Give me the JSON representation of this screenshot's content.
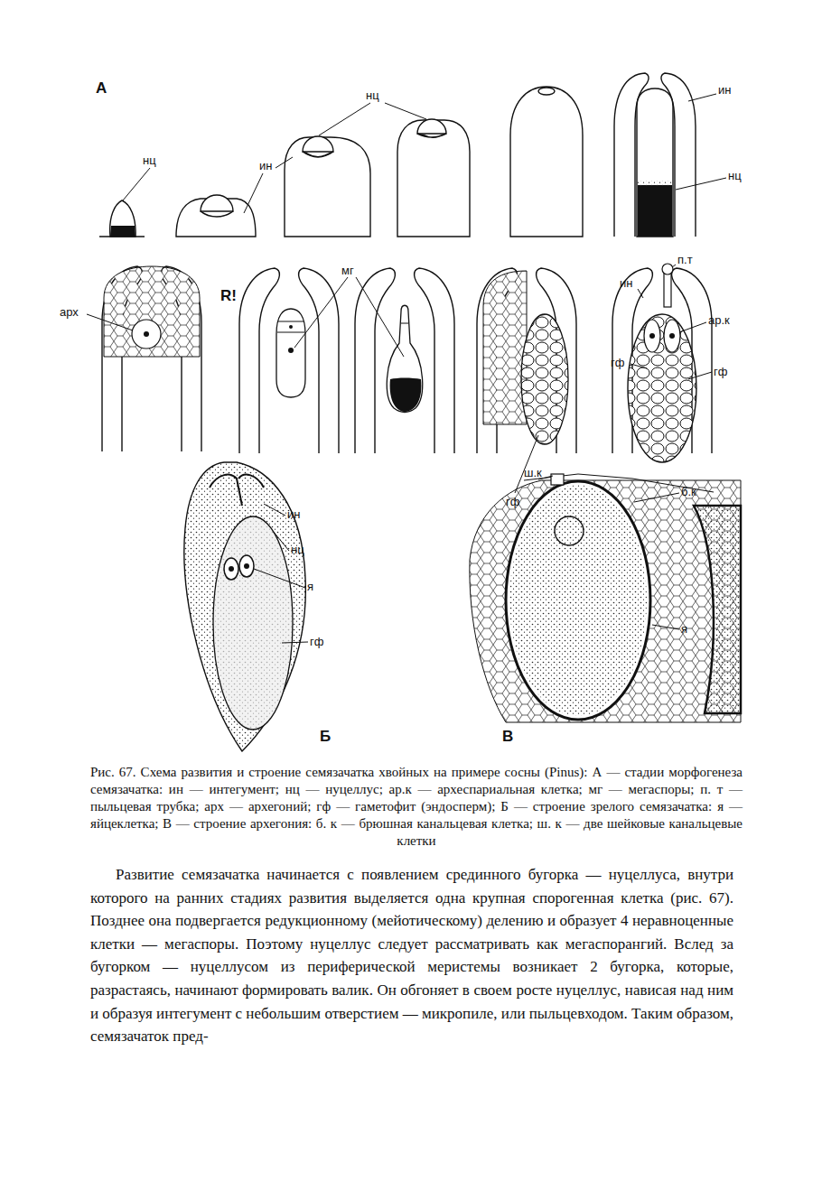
{
  "diagram": {
    "caption": "Рис. 67. Схема развития и строение семязачатка хвойных на примере сосны (Pinus): А — стадии морфогенеза семязачатка: ин — интегумент; нц — нуцеллус; ар.к — археспариальная клетка; мг — мегаспоры; п. т — пыльцевая трубка; арх — архегоний; гф — гаметофит (эндосперм); Б — строение зрелого семязачатка: я — яйцеклетка; В — строение архегония: б. к — брюшная канальцевая клетка; ш. к — две шейковые канальцевые клетки",
    "labels": [
      "А",
      "нц",
      "нц",
      "ин",
      "ин",
      "нц",
      "арх",
      "R!",
      "мг",
      "п.т",
      "ин",
      "ар.к",
      "гф",
      "гф",
      "гф",
      "ин",
      "нц",
      "я",
      "гф",
      "Б",
      "ш.к",
      "б.к",
      "я",
      "В",
      "Развитие семязачатка начинается с появлением срединного бугорка — нуцеллуса, внутри которого на ранних стадиях развития выделяется одна крупная спорогенная клетка (рис. 67). Позднее она подвергается редукционному (мейотическому) делению и образует 4 неравноценные клетки — мегаспоры. Поэтому нуцеллус следует рассматривать как мегаспорангий. Вслед за бугорком — нуцеллусом из периферической меристемы возникает 2 бугорка, которые, разрастаясь, начинают формировать валик. Он обгоняет в своем росте нуцеллус, нависая над ним и образуя интегумент с небольшим отверстием — микропиле, или пыльцевходом. Таким образом, семязачаток пред-"
    ]
  }
}
